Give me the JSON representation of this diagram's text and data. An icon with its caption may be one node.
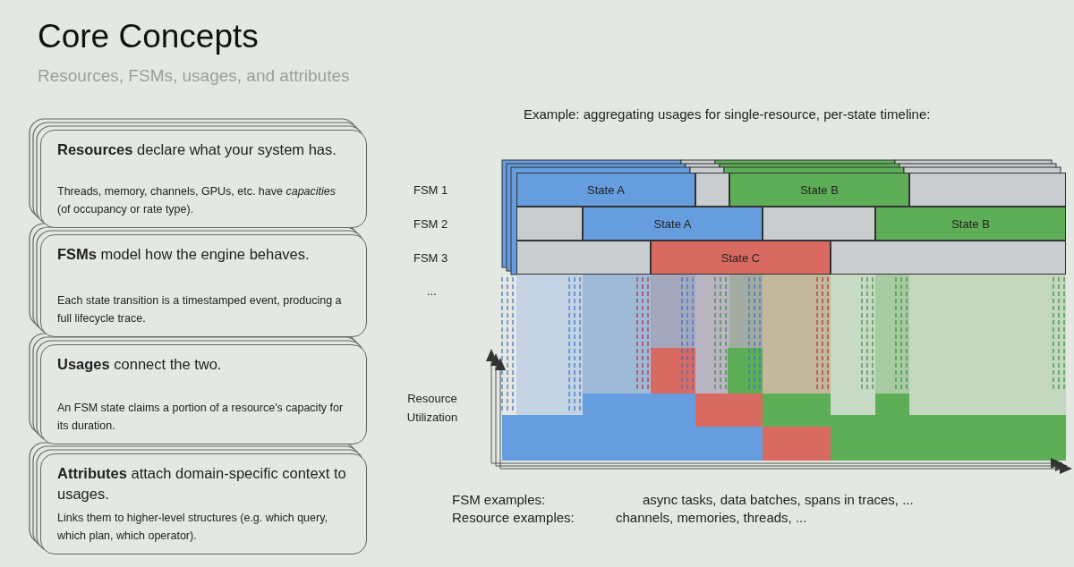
{
  "diagram": {
    "title": "Core Concepts",
    "nodes": [
      {
        "text": [
          "**Resources** declare what your system has.",
          "Threads, memory, channels, GPUs, etc. have *capacities* (of occupancy or rate type)."
        ]
      },
      {
        "text": [
          "**FSMs** model how the engine behaves.",
          "Each state transition is a timestamped event, producing a full lifecycle trace."
        ]
      },
      {
        "text": [
          "**Usages** connect the two.",
          "An FSM state claims a portion of a resource's capacity for its duration."
        ]
      },
      {
        "text": [
          "**Attributes** attach domain-specific context to usages.",
          "Links them to higher-level structures (e.g. which query, which plan, which operator)."
        ]
      },
      {
        "text": [
          "State A"
        ]
      },
      {
        "text": [],
        "shape": "bar"
      },
      {
        "text": [
          "State B"
        ]
      },
      {
        "text": [],
        "shape": "bar"
      },
      {
        "text": [],
        "shape": "bar"
      },
      {
        "text": [
          "State A"
        ]
      },
      {
        "text": [],
        "shape": "bar"
      },
      {
        "text": [
          "State B"
        ]
      },
      {
        "text": [],
        "shape": "bar"
      },
      {
        "text": [
          "State C"
        ]
      },
      {
        "text": [],
        "shape": "bar"
      }
    ],
    "edges": [],
    "labels": [
      "Resources, FSMs, usages, and attributes",
      "Example: aggregating usages for single-resource, per-state timeline:",
      "FSM 1",
      "FSM 2",
      "FSM 3",
      "...",
      "Resource Utilization",
      "FSM examples:",
      "async tasks, data batches, spans in traces, ...",
      "Resource examples:",
      "channels, memories, threads, ..."
    ]
  }
}
